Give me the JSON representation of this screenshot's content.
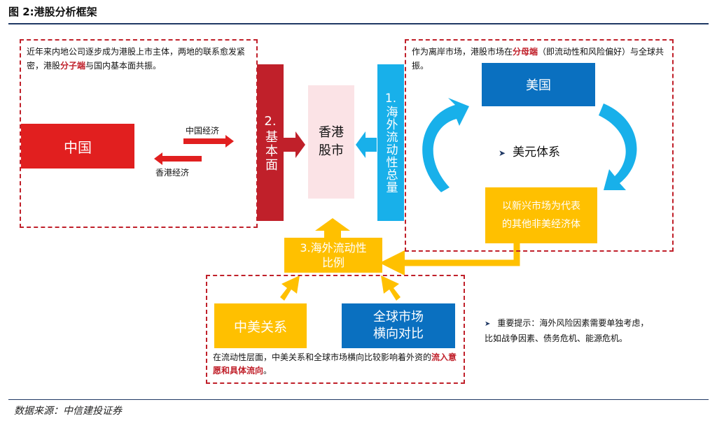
{
  "title": "图  2:港股分析框架",
  "source": "数据来源：中信建投证券",
  "left_panel": {
    "note_part1": "近年来内地公司逐步成为港股上市主体，两地的联系愈发紧密，港股",
    "note_highlight": "分子端",
    "note_part2": "与国内基本面共振。",
    "china_label": "中国",
    "arrow_top_label": "中国经济",
    "arrow_bottom_label": "香港经济"
  },
  "center": {
    "fundamentals_number": "2.",
    "fundamentals_label": "基本面",
    "hk_market_label": "香港股市",
    "liquidity_number": "1.",
    "liquidity_label": "海外流动性总量"
  },
  "right_panel": {
    "note_part1": "作为离岸市场，港股市场在",
    "note_highlight": "分母端",
    "note_part2": "（即流动性和风险偏好）与全球共振。",
    "usa_label": "美国",
    "usd_system_label": "美元体系",
    "emerging_line1": "以新兴市场为代表",
    "emerging_line2": "的其他非美经济体"
  },
  "ratio_box": {
    "line1": "3.海外流动性",
    "line2": "比例"
  },
  "bottom_panel": {
    "sino_us_label": "中美关系",
    "global_line1": "全球市场",
    "global_line2": "横向对比",
    "note_part1": "在流动性层面，中美关系和全球市场横向比较影响着外资的",
    "note_highlight": "流入意愿和具体流向",
    "note_part2": "。"
  },
  "reminder": {
    "line1": "重要提示：海外风险因素需要单独考虑，",
    "line2": "比如战争因素、债务危机、能源危机。"
  },
  "colors": {
    "red": "#e11f1f",
    "dark_red": "#c0202a",
    "blue": "#0a70c0",
    "light_blue": "#18b0ea",
    "yellow": "#ffc000",
    "pink": "#fbe3e6",
    "navy": "#1f3864"
  }
}
